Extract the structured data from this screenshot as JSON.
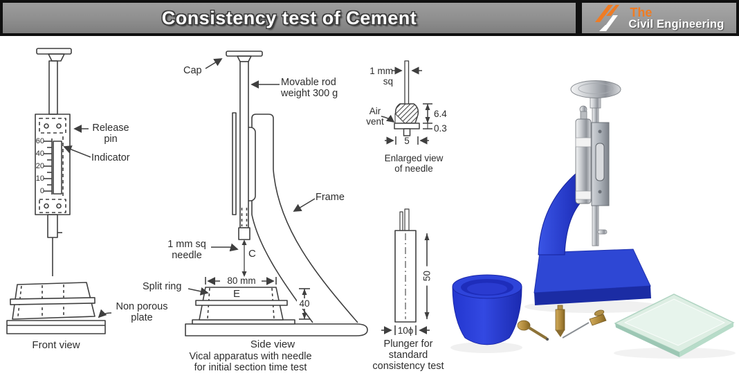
{
  "header": {
    "title": "Consistency test of Cement",
    "logo": {
      "word_top": "The",
      "word_bottom": "Civil Engineering"
    }
  },
  "front_view": {
    "caption": "Front view",
    "scale": [
      "60",
      "40",
      "20",
      "10",
      "0"
    ],
    "labels": {
      "release_pin": "Release\npin",
      "indicator": "Indicator",
      "non_porous_plate": "Non porous\nplate"
    }
  },
  "side_view": {
    "caption": "Side view",
    "subcaption": "Vical apparatus with needle\nfor initial section time test",
    "labels": {
      "cap": "Cap",
      "movable_rod": "Movable rod\nweight 300 g",
      "frame": "Frame",
      "needle": "1 mm sq\nneedle",
      "split_ring": "Split ring",
      "point_c": "C",
      "point_e": "E"
    },
    "dims": {
      "width": "80 mm",
      "height": "40"
    }
  },
  "needle_detail": {
    "caption": "Enlarged view\nof needle",
    "labels": {
      "size": "1 mm sq",
      "air_vent": "Air\nvent"
    },
    "dims": {
      "body_height": "6.4",
      "flange": "0.3",
      "width": "5"
    }
  },
  "plunger_detail": {
    "caption": "Plunger for\nstandard\nconsistency test",
    "dims": {
      "length": "50",
      "diameter": "10ϕ"
    }
  },
  "photo": {
    "depicts": [
      "Vicat apparatus",
      "mould bowl",
      "glass base plate",
      "plungers and needle"
    ]
  },
  "colors": {
    "banner_gray": "#8f8f8f",
    "logo_orange": "#ef7c24",
    "apparatus_blue": "#2b41d0",
    "brass": "#b08f46",
    "glass_green": "#dcefe3"
  }
}
